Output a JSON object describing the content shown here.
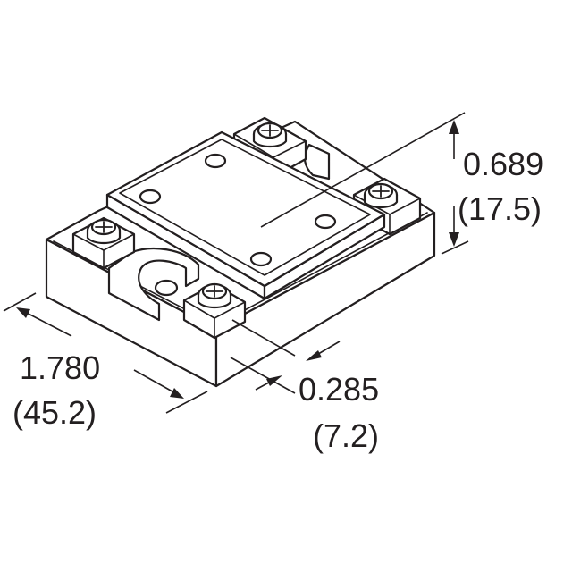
{
  "figure": {
    "dimensions": {
      "height_in": "0.689",
      "height_mm": "(17.5)",
      "length_in": "1.780",
      "length_mm": "(45.2)",
      "terminal_in": "0.285",
      "terminal_mm": "(7.2)"
    },
    "colors": {
      "line": "#231f20",
      "background": "#ffffff"
    },
    "icons": [
      "screw-terminal-icon",
      "mounting-hole-icon"
    ]
  }
}
